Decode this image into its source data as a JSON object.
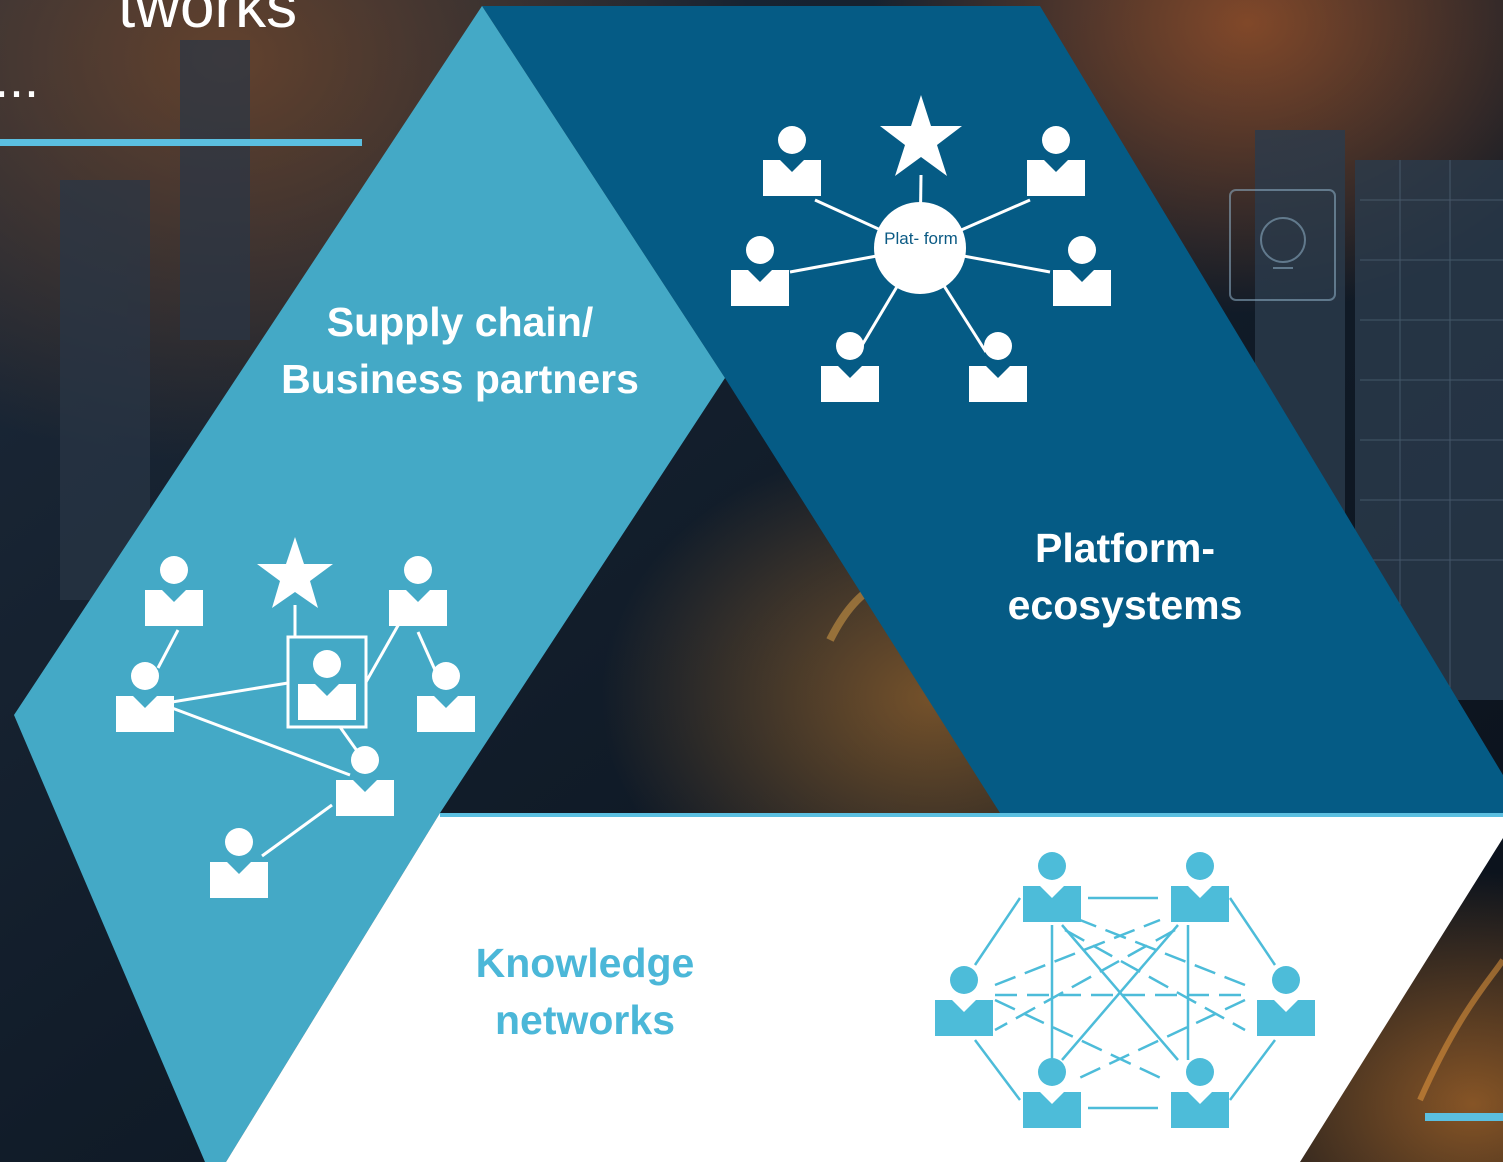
{
  "header": {
    "title_fragment": "tworks",
    "title_ellipsis": "..."
  },
  "segments": {
    "supply_chain": {
      "label": "Supply chain/ Business partners",
      "color": "#44a9c6"
    },
    "platform": {
      "label": "Platform- ecosystems",
      "hub_label": "Plat- form",
      "color": "#055b85"
    },
    "knowledge": {
      "label": "Knowledge networks",
      "color": "#ffffff",
      "text_color": "#4bb7d8",
      "icon_color": "#4dbcd9"
    }
  },
  "colors": {
    "accent_rule": "#5bbfe0",
    "background": "#0b1522"
  },
  "icons": [
    "person-icon",
    "star-icon"
  ]
}
